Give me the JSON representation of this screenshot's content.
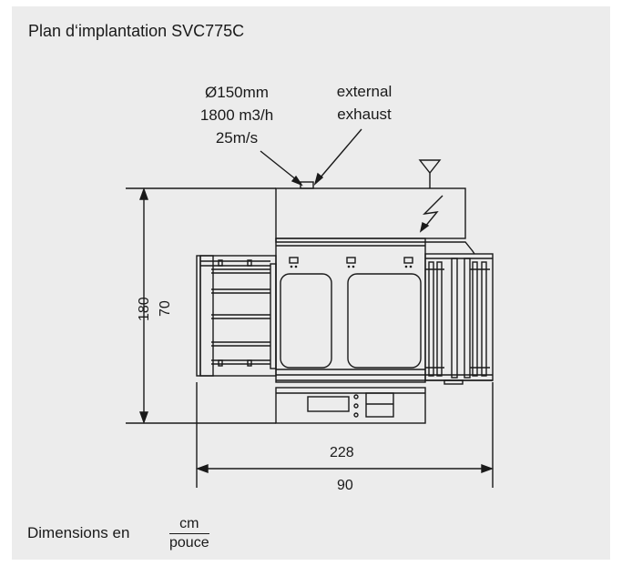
{
  "title": "Plan d‘implantation SVC775C",
  "annotations": {
    "duct_line1": "Ø150mm",
    "duct_line2": "1800 m3/h",
    "duct_line3": "25m/s",
    "exhaust_line1": "external",
    "exhaust_line2": "exhaust"
  },
  "dimensions": {
    "height_cm": "180",
    "height_in": "70",
    "width_cm": "228",
    "width_in": "90"
  },
  "units": {
    "label": "Dimensions en",
    "numerator": "cm",
    "denominator": "pouce"
  }
}
